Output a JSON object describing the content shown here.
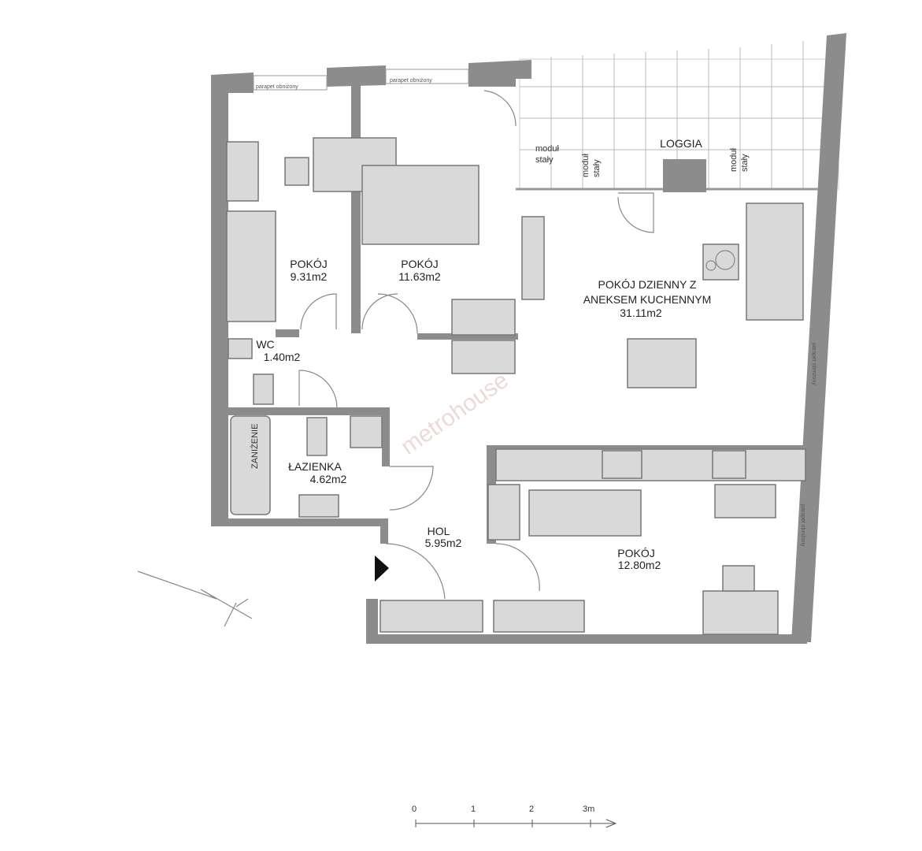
{
  "rooms": [
    {
      "name": "POKÓJ",
      "area": "9.31m2"
    },
    {
      "name": "POKÓJ",
      "area": "11.63m2"
    },
    {
      "name_line1": "POKÓJ DZIENNY Z",
      "name_line2": "ANEKSEM KUCHENNYM",
      "area": "31.11m2"
    },
    {
      "name": "WC",
      "area": "1.40m2"
    },
    {
      "name": "ŁAZIENKA",
      "area": "4.62m2"
    },
    {
      "name": "HOL",
      "area": "5.95m2"
    },
    {
      "name": "POKÓJ",
      "area": "12.80m2"
    }
  ],
  "loggia": {
    "label": "LOGGIA",
    "module_line1": "moduł",
    "module_line2": "stały"
  },
  "annotations": {
    "window_note": "parapet obniżony",
    "bath_note": "ZANIŻENIE"
  },
  "watermark": "metrohouse",
  "scale": {
    "ticks": [
      "0",
      "1",
      "2",
      "3m"
    ]
  },
  "colors": {
    "wall": "#8c8c8c",
    "furniture": "#d9d9d9"
  }
}
